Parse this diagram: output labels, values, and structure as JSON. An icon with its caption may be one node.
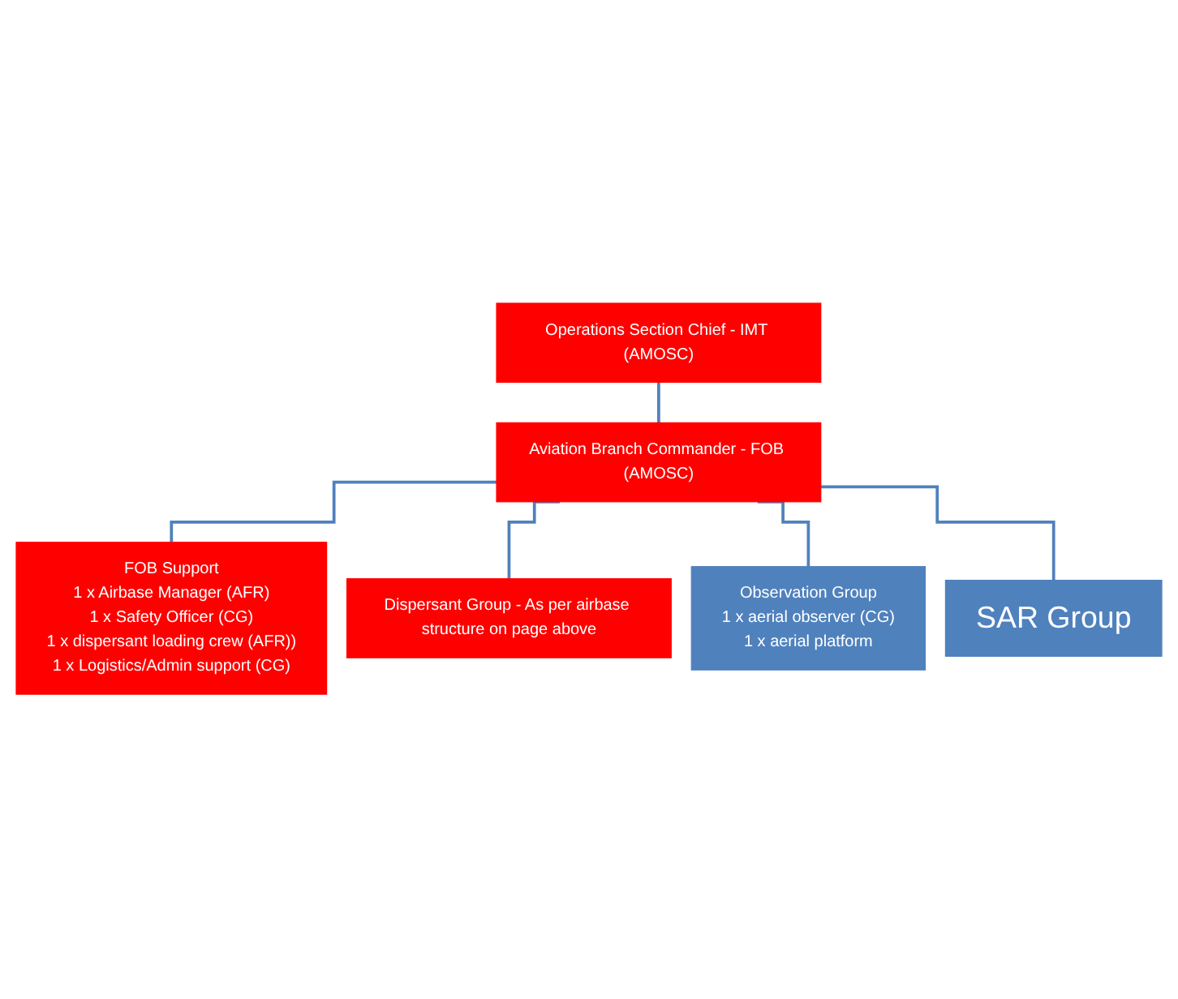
{
  "diagram": {
    "nodes": [
      {
        "text": [
          "Operations Section Chief - IMT (AMOSC)"
        ]
      },
      {
        "text": [
          "Aviation Branch Commander - FOB (AMOSC)"
        ]
      },
      {
        "text": [
          "FOB Support",
          "1 x Airbase Manager (AFR)",
          "1 x Safety Officer (CG)",
          "1 x dispersant loading crew (AFR))",
          "1 x Logistics/Admin support (CG)"
        ]
      },
      {
        "text": [
          "Dispersant Group - As per airbase structure on page above"
        ]
      },
      {
        "text": [
          "Observation Group",
          "1 x aerial observer (CG)",
          "1 x aerial platform"
        ]
      },
      {
        "text": [
          "SAR Group"
        ]
      }
    ],
    "edges": [
      {
        "from": 0,
        "to": 1,
        "arrow": "none"
      },
      {
        "from": 1,
        "to": 2,
        "arrow": "none"
      },
      {
        "from": 1,
        "to": 3,
        "arrow": "none"
      },
      {
        "from": 1,
        "to": 4,
        "arrow": "none"
      },
      {
        "from": 1,
        "to": 5,
        "arrow": "none"
      }
    ]
  }
}
